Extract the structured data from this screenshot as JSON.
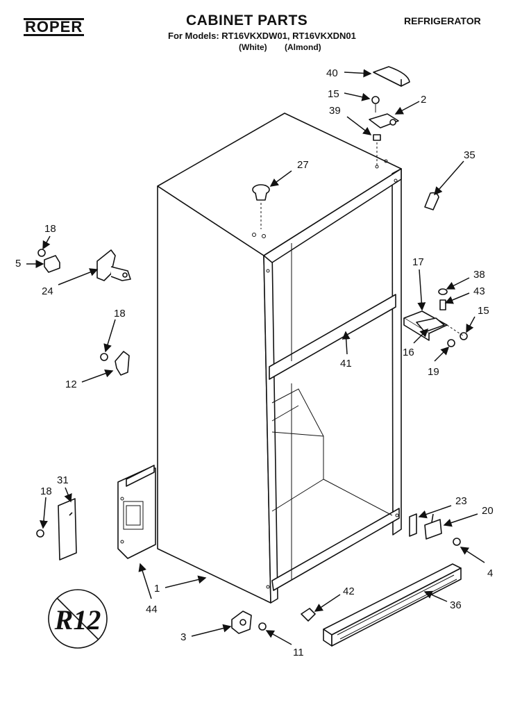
{
  "header": {
    "brand": "ROPER",
    "title": "CABINET PARTS",
    "category": "REFRIGERATOR",
    "models_line": "For Models: RT16VKXDW01, RT16VKXDN01",
    "color_white": "(White)",
    "color_almond": "(Almond)"
  },
  "logo_text": "R12",
  "callouts": [
    {
      "id": "40",
      "label": "40"
    },
    {
      "id": "15a",
      "label": "15"
    },
    {
      "id": "2",
      "label": "2"
    },
    {
      "id": "39",
      "label": "39"
    },
    {
      "id": "27",
      "label": "27"
    },
    {
      "id": "35",
      "label": "35"
    },
    {
      "id": "18a",
      "label": "18"
    },
    {
      "id": "5",
      "label": "5"
    },
    {
      "id": "24",
      "label": "24"
    },
    {
      "id": "18b",
      "label": "18"
    },
    {
      "id": "12",
      "label": "12"
    },
    {
      "id": "17",
      "label": "17"
    },
    {
      "id": "38",
      "label": "38"
    },
    {
      "id": "43",
      "label": "43"
    },
    {
      "id": "15b",
      "label": "15"
    },
    {
      "id": "41",
      "label": "41"
    },
    {
      "id": "16",
      "label": "16"
    },
    {
      "id": "19",
      "label": "19"
    },
    {
      "id": "18c",
      "label": "18"
    },
    {
      "id": "31",
      "label": "31"
    },
    {
      "id": "23",
      "label": "23"
    },
    {
      "id": "20",
      "label": "20"
    },
    {
      "id": "4",
      "label": "4"
    },
    {
      "id": "1",
      "label": "1"
    },
    {
      "id": "44",
      "label": "44"
    },
    {
      "id": "42",
      "label": "42"
    },
    {
      "id": "36",
      "label": "36"
    },
    {
      "id": "3",
      "label": "3"
    },
    {
      "id": "11",
      "label": "11"
    }
  ]
}
